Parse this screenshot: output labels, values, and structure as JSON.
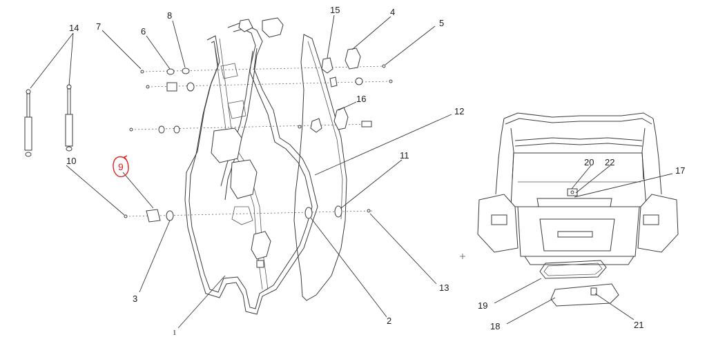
{
  "callouts": {
    "c1": "1",
    "c2": "2",
    "c3": "3",
    "c4": "4",
    "c5": "5",
    "c6": "6",
    "c7": "7",
    "c8": "8",
    "c9": "9",
    "c10": "10",
    "c11": "11",
    "c12": "12",
    "c13": "13",
    "c14": "14",
    "c15": "15",
    "c16": "16",
    "c17": "17",
    "c18": "18",
    "c19": "19",
    "c20": "20",
    "c21": "21",
    "c22": "22"
  },
  "colors": {
    "line": "#3a3a3a",
    "highlight": "#e02020",
    "background": "#ffffff"
  }
}
